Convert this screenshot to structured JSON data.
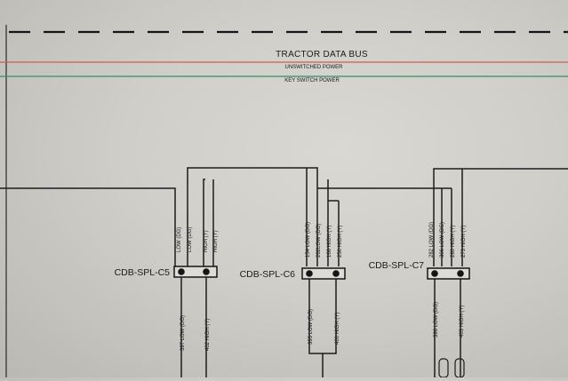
{
  "diagram": {
    "title": "TRACTOR DATA BUS",
    "unswitched_label": "UNSWITCHED POWER",
    "keyswitch_label": "KEY SWITCH POWER",
    "colors": {
      "unswitched": "#c8605a",
      "keyswitch": "#3f8a66",
      "wire": "#1c1c1c"
    },
    "connectors": [
      {
        "name": "CDB-SPL-C5",
        "upper": [
          "LOW (DG)",
          "LOW (DG)",
          "HIGH (Y)",
          "HIGH (Y)"
        ],
        "lower": [
          "397 LOW (DG)",
          "402 HIGH (Y)"
        ]
      },
      {
        "name": "CDB-SPL-C6",
        "upper": [
          "154 LOW (DG)",
          "262LOW (DG)",
          "166 HIGH (Y)",
          "250 HIGH (Y)"
        ],
        "lower": [
          "395 LOW (DG)",
          "400 HIGH (Y)"
        ]
      },
      {
        "name": "CDB-SPL-C7",
        "upper": [
          "282 LOW (DG)",
          "306 LOW (DG)",
          "280 HIGH (Y)",
          "273 HIGH (Y)"
        ],
        "lower": [
          "396 LOW (DG)",
          "403 HIGH (Y)"
        ]
      }
    ]
  }
}
